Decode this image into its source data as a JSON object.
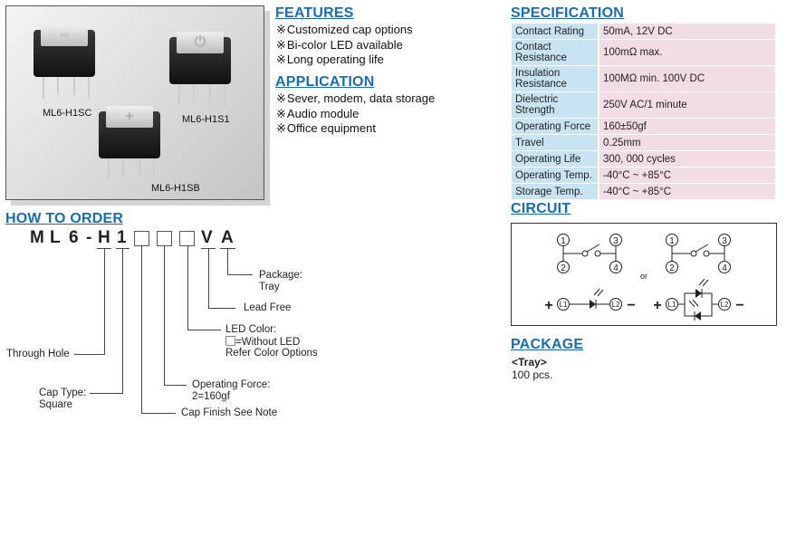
{
  "photo": {
    "products": [
      {
        "label": "ML6-H1SC",
        "symbol": "⇔"
      },
      {
        "label": "ML6-H1S1",
        "symbol": "⏻"
      },
      {
        "label": "ML6-H1SB",
        "symbol": "+"
      }
    ]
  },
  "features": {
    "title": "FEATURES",
    "bullet_mark": "※",
    "items": [
      "Customized cap options",
      "Bi-color LED available",
      "Long operating life"
    ]
  },
  "application": {
    "title": "APPLICATION",
    "bullet_mark": "※",
    "items": [
      "Sever, modem, data storage",
      "Audio module",
      "Office equipment"
    ]
  },
  "specification": {
    "title": "SPECIFICATION",
    "rows": [
      {
        "key": "Contact Rating",
        "value": "50mA, 12V DC"
      },
      {
        "key": "Contact Resistance",
        "value": "100mΩ max."
      },
      {
        "key": "Insulation Resistance",
        "value": "100MΩ min. 100V DC"
      },
      {
        "key": "Dielectric Strength",
        "value": "250V AC/1 minute"
      },
      {
        "key": "Operating Force",
        "value": "160±50gf"
      },
      {
        "key": "Travel",
        "value": "0.25mm"
      },
      {
        "key": "Operating Life",
        "value": "300, 000 cycles"
      },
      {
        "key": "Operating Temp.",
        "value": "-40°C ~ +85°C"
      },
      {
        "key": "Storage Temp.",
        "value": "-40°C ~ +85°C"
      }
    ],
    "colors": {
      "key_bg": "#c8e3f2",
      "value_bg": "#f3dde4"
    }
  },
  "circuit": {
    "title": "CIRCUIT",
    "or_label": "or",
    "terminals": [
      "1",
      "2",
      "3",
      "4"
    ],
    "led_terminals": [
      "L1",
      "L2"
    ],
    "plus": "+",
    "minus": "−"
  },
  "package": {
    "title": "PACKAGE",
    "type": "<Tray>",
    "quantity": "100 pcs."
  },
  "how_to_order": {
    "title": "HOW TO ORDER",
    "code_prefix": [
      "M",
      "L",
      "6",
      "-"
    ],
    "code_h": "H",
    "code_1": "1",
    "code_v": "V",
    "code_a": "A",
    "labels": {
      "package": "Package:",
      "package_value": "Tray",
      "lead_free": "Lead Free",
      "led_color": "LED Color:",
      "led_without": "=Without LED",
      "led_refer": "Refer Color Options",
      "through_hole": "Through Hole",
      "operating_force": "Operating Force:",
      "operating_force_value": "2=160gf",
      "cap_type": "Cap Type:",
      "cap_type_value": "Square",
      "cap_finish": "Cap Finish See Note"
    }
  },
  "colors": {
    "heading": "#1a6bb5"
  }
}
